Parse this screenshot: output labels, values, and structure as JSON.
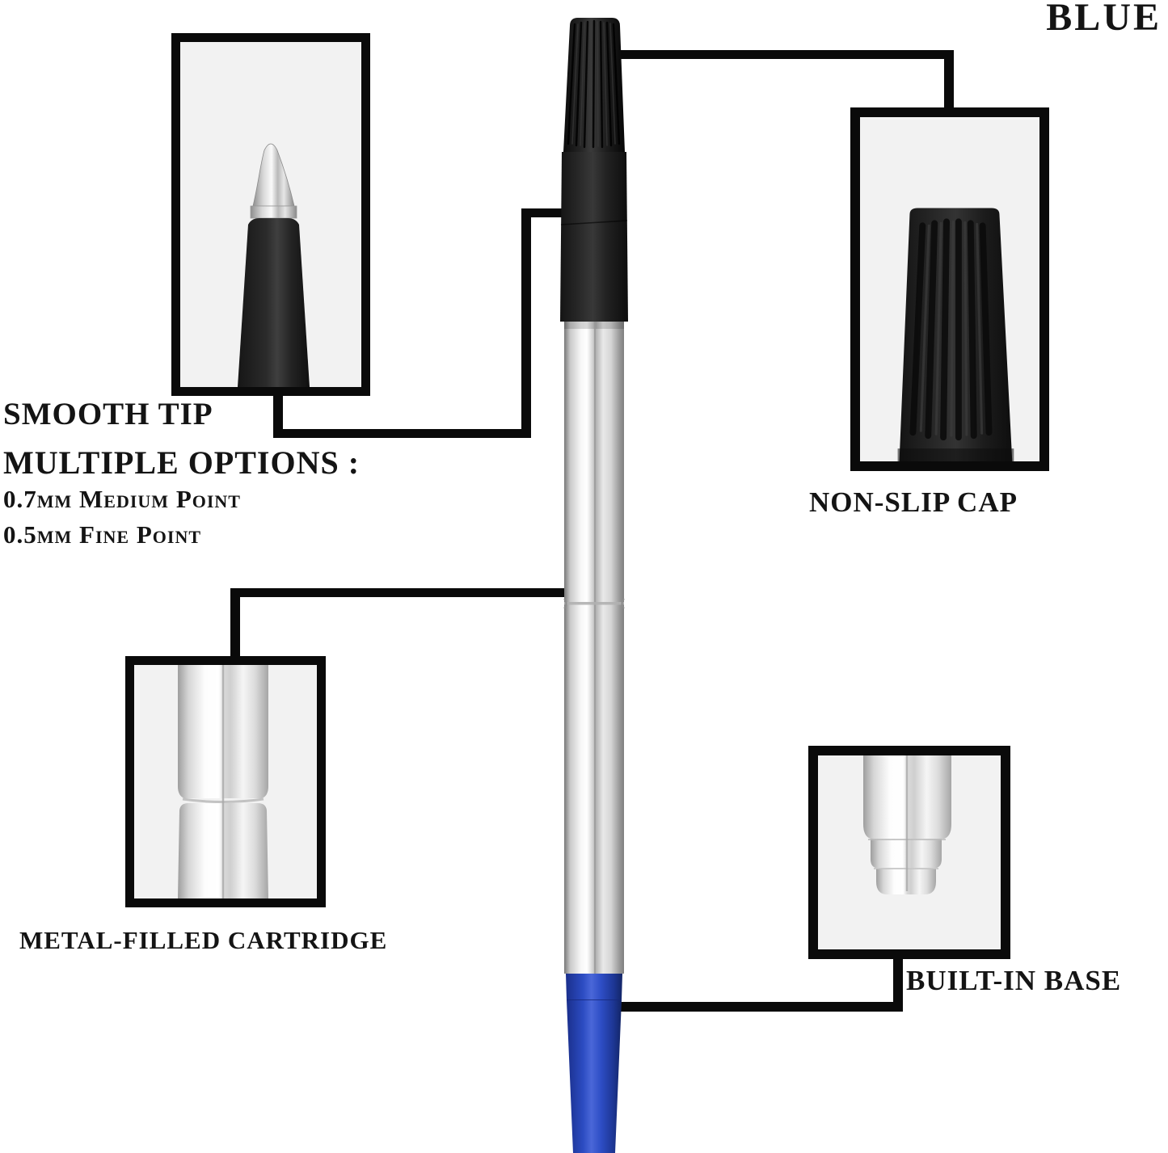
{
  "product": {
    "color_label": "BLUE"
  },
  "callouts": {
    "tip": {
      "label": "SMOOTH TIP",
      "options_heading": "MULTIPLE OPTIONS :",
      "options": [
        "0.7mm Medium Point",
        "0.5mm Fine Point"
      ]
    },
    "cap": {
      "label": "NON-SLIP CAP"
    },
    "cartridge": {
      "label": "METAL-FILLED CARTRIDGE"
    },
    "base": {
      "label": "BUILT-IN BASE"
    }
  },
  "colors": {
    "ink_blue": "#2b4ec8",
    "pen_black": "#1b1b1b",
    "barrel_silver": "#d9d9d9",
    "outline_black": "#0a0a0a",
    "inset_background": "#f2f2f2"
  }
}
